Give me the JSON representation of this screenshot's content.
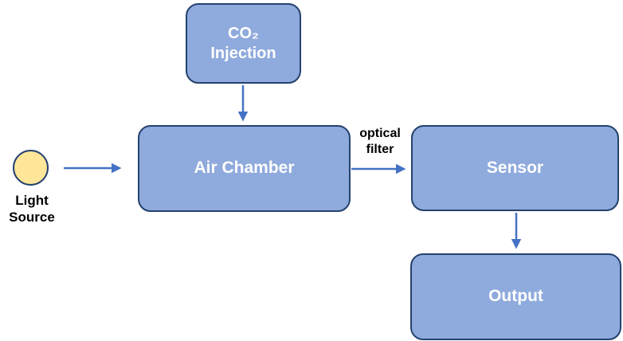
{
  "colors": {
    "box_fill": "#8faadc",
    "box_border": "#24426e",
    "box_text": "#ffffff",
    "arrow": "#4472c4",
    "circle_fill": "#ffe699",
    "circle_border": "#24426e",
    "label_text": "#000000"
  },
  "nodes": {
    "co2_injection": "CO₂ Injection",
    "air_chamber": "Air Chamber",
    "sensor": "Sensor",
    "output": "Output",
    "light_source": "Light Source"
  },
  "edges": {
    "optical_filter": "optical filter"
  }
}
